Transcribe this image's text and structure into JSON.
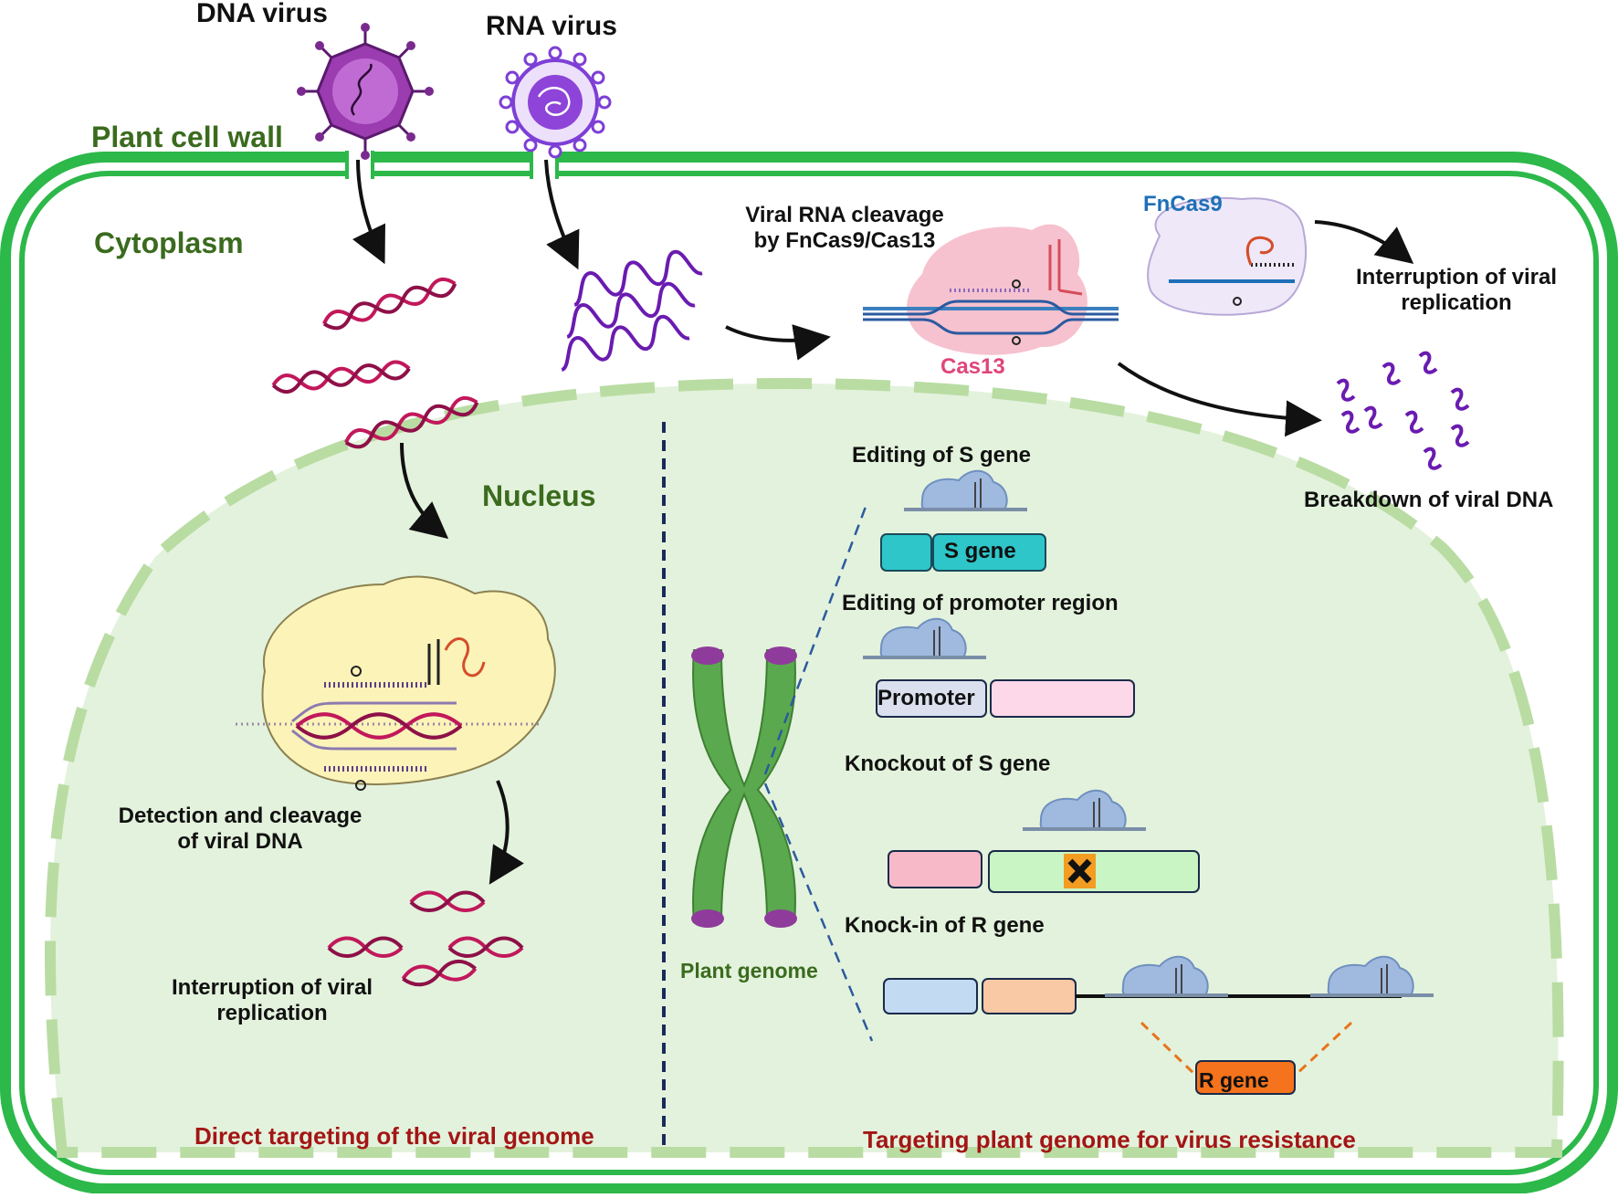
{
  "virus_labels": {
    "dna": "DNA virus",
    "rna": "RNA virus"
  },
  "compartments": {
    "cell_wall": "Plant cell wall",
    "cytoplasm": "Cytoplasm",
    "nucleus": "Nucleus"
  },
  "rna_path": {
    "cleavage": "Viral RNA cleavage by FnCas9/Cas13",
    "cas13": "Cas13",
    "fncas9": "FnCas9",
    "interruption": "Interruption of viral replication",
    "breakdown": "Breakdown of viral DNA"
  },
  "dna_path": {
    "detection": "Detection and cleavage of viral DNA",
    "interruption": "Interruption of viral replication",
    "footer": "Direct targeting of the viral genome"
  },
  "plant_path": {
    "plant_genome": "Plant genome",
    "editing_s": "Editing of S gene",
    "s_gene": "S gene",
    "editing_promoter": "Editing of promoter region",
    "promoter": "Promoter",
    "knockout": "Knockout of S gene",
    "knockin": "Knock-in of R gene",
    "r_gene": "R gene",
    "footer": "Targeting plant genome for virus resistance"
  },
  "colors": {
    "cell_wall": "#2db84a",
    "nucleus_fill": "#e3f2dc",
    "nucleus_border": "#b9dca3",
    "label_green": "#3b6b1e",
    "footer_red": "#a31515",
    "dna_magenta": "#c2185b",
    "rna_purple": "#6a1bb0",
    "fncas9_blue": "#1e6fb7",
    "cas13_pink": "#e0457b"
  }
}
